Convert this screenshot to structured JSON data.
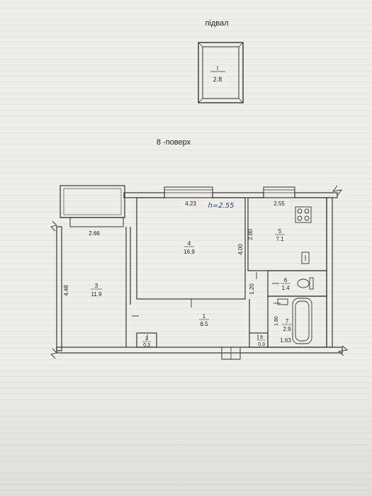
{
  "basement": {
    "title": "підвал",
    "room": {
      "num": "I",
      "area": "2.8"
    }
  },
  "floor": {
    "title": "8 -поверх",
    "height_note": "h=2.55",
    "rooms": [
      {
        "num": "1",
        "area": "8.5"
      },
      {
        "num": "2",
        "area": "0.3"
      },
      {
        "num": "3",
        "area": "11.9"
      },
      {
        "num": "4",
        "area": "16.9"
      },
      {
        "num": "5",
        "area": "7.1"
      },
      {
        "num": "6",
        "area": "1.4"
      },
      {
        "num": "7",
        "area": "2.9"
      },
      {
        "num": "8",
        "area": "0.3"
      }
    ],
    "dims": {
      "room4_width": "4.23",
      "room4_depth": "4.00",
      "room5_width": "2.55",
      "room5_depth": "2.80",
      "room3_width": "2.66",
      "room3_depth": "4.48",
      "room6_width": "1.20",
      "room7_length": "1.80",
      "room7_width": "1.63"
    }
  }
}
